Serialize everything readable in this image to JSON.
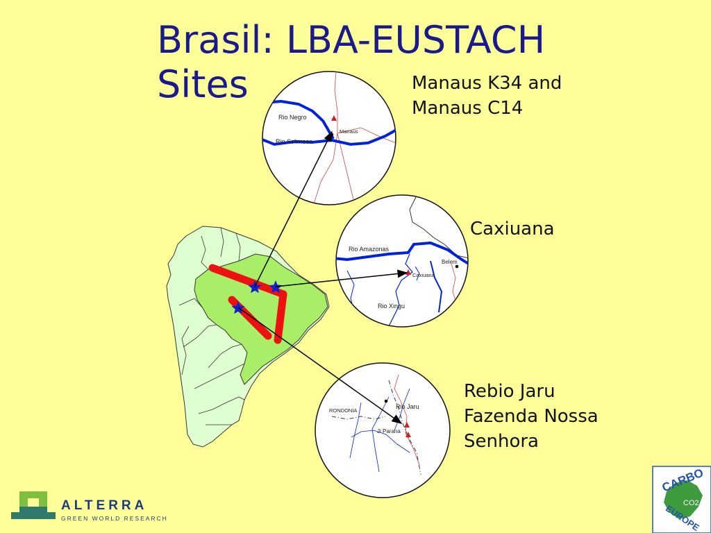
{
  "slide": {
    "title_line1": "Brasil: LBA-EUSTACH",
    "title_line2": "Sites"
  },
  "sites": {
    "manaus": {
      "caption_line1": "Manaus K34 and",
      "caption_line2": "Manaus C14",
      "labels": {
        "river1": "Rio Negro",
        "river2": "Rio Solimoes",
        "town": "Manaus"
      }
    },
    "caxiuana": {
      "caption": "Caxiuana",
      "labels": {
        "river1": "Rio Amazonas",
        "town": "Belem",
        "site": "Caxiuana",
        "river2": "Rio Xingu"
      }
    },
    "jaru": {
      "caption_line1": "Rebio Jaru",
      "caption_line2": "Fazenda Nossa",
      "caption_line3": "Senhora",
      "labels": {
        "site": "Rio Jaru",
        "state": "RONDONIA",
        "town": "Ji Parana"
      }
    }
  },
  "logos": {
    "alterra_name": "ALTERRA",
    "alterra_tagline": "GREEN WORLD RESEARCH",
    "carbo_top": "CARBO",
    "carbo_bottom": "EUROPE",
    "carbo_mark": "CO2"
  },
  "colors": {
    "background": "#ffff99",
    "title": "#1a1a8c",
    "river": "#0022dd",
    "road": "#cc2222",
    "brazil_fill": "#a8ee66",
    "continent_fill": "#dfffd0",
    "transect": "#ee1111",
    "star": "#1122cc"
  }
}
